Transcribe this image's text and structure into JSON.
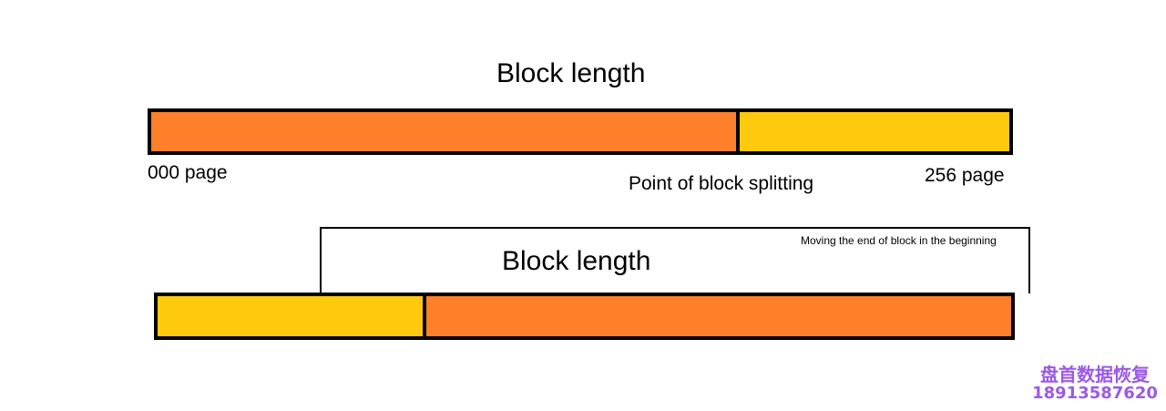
{
  "colors": {
    "orange": "#FF7F2A",
    "yellow": "#FFC90E",
    "outline": "#000000",
    "watermark": "#9B59E8"
  },
  "diagram1": {
    "title": "Block length",
    "start_label": "000 page",
    "end_label": "256 page",
    "split_label": "Point of block splitting",
    "segments": [
      {
        "name": "first-part",
        "color": "orange",
        "fraction": 0.686
      },
      {
        "name": "second-part",
        "color": "yellow",
        "fraction": 0.314
      }
    ]
  },
  "diagram2": {
    "title": "Block length",
    "note": "Moving the end of block in the beginning",
    "segments": [
      {
        "name": "moved-end-part",
        "color": "yellow",
        "fraction": 0.315
      },
      {
        "name": "original-start-part",
        "color": "orange",
        "fraction": 0.685
      }
    ]
  },
  "watermark": {
    "name": "盘首数据恢复",
    "phone": "18913587620"
  }
}
